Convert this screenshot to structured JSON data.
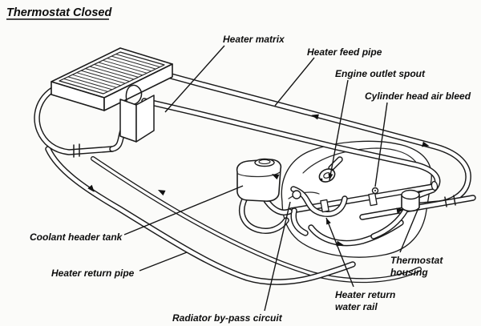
{
  "title": "Thermostat Closed",
  "diagram": {
    "type": "engine-cooling-system-schematic",
    "state": "thermostat closed (radiator by-passed)",
    "colors": {
      "ink": "#1b1b1b",
      "paper": "#fbfbf9"
    },
    "labels": {
      "heater_matrix": "Heater matrix",
      "heater_feed_pipe": "Heater feed pipe",
      "engine_outlet_spout": "Engine outlet spout",
      "cylinder_head_air_bleed": "Cylinder head air bleed",
      "coolant_header_tank": "Coolant header tank",
      "heater_return_pipe": "Heater return pipe",
      "radiator_bypass_circuit": "Radiator by-pass circuit",
      "heater_return_water_rail": {
        "line1": "Heater return",
        "line2": "water rail"
      },
      "thermostat_housing": {
        "line1": "Thermostat",
        "line2": "housing"
      }
    }
  }
}
